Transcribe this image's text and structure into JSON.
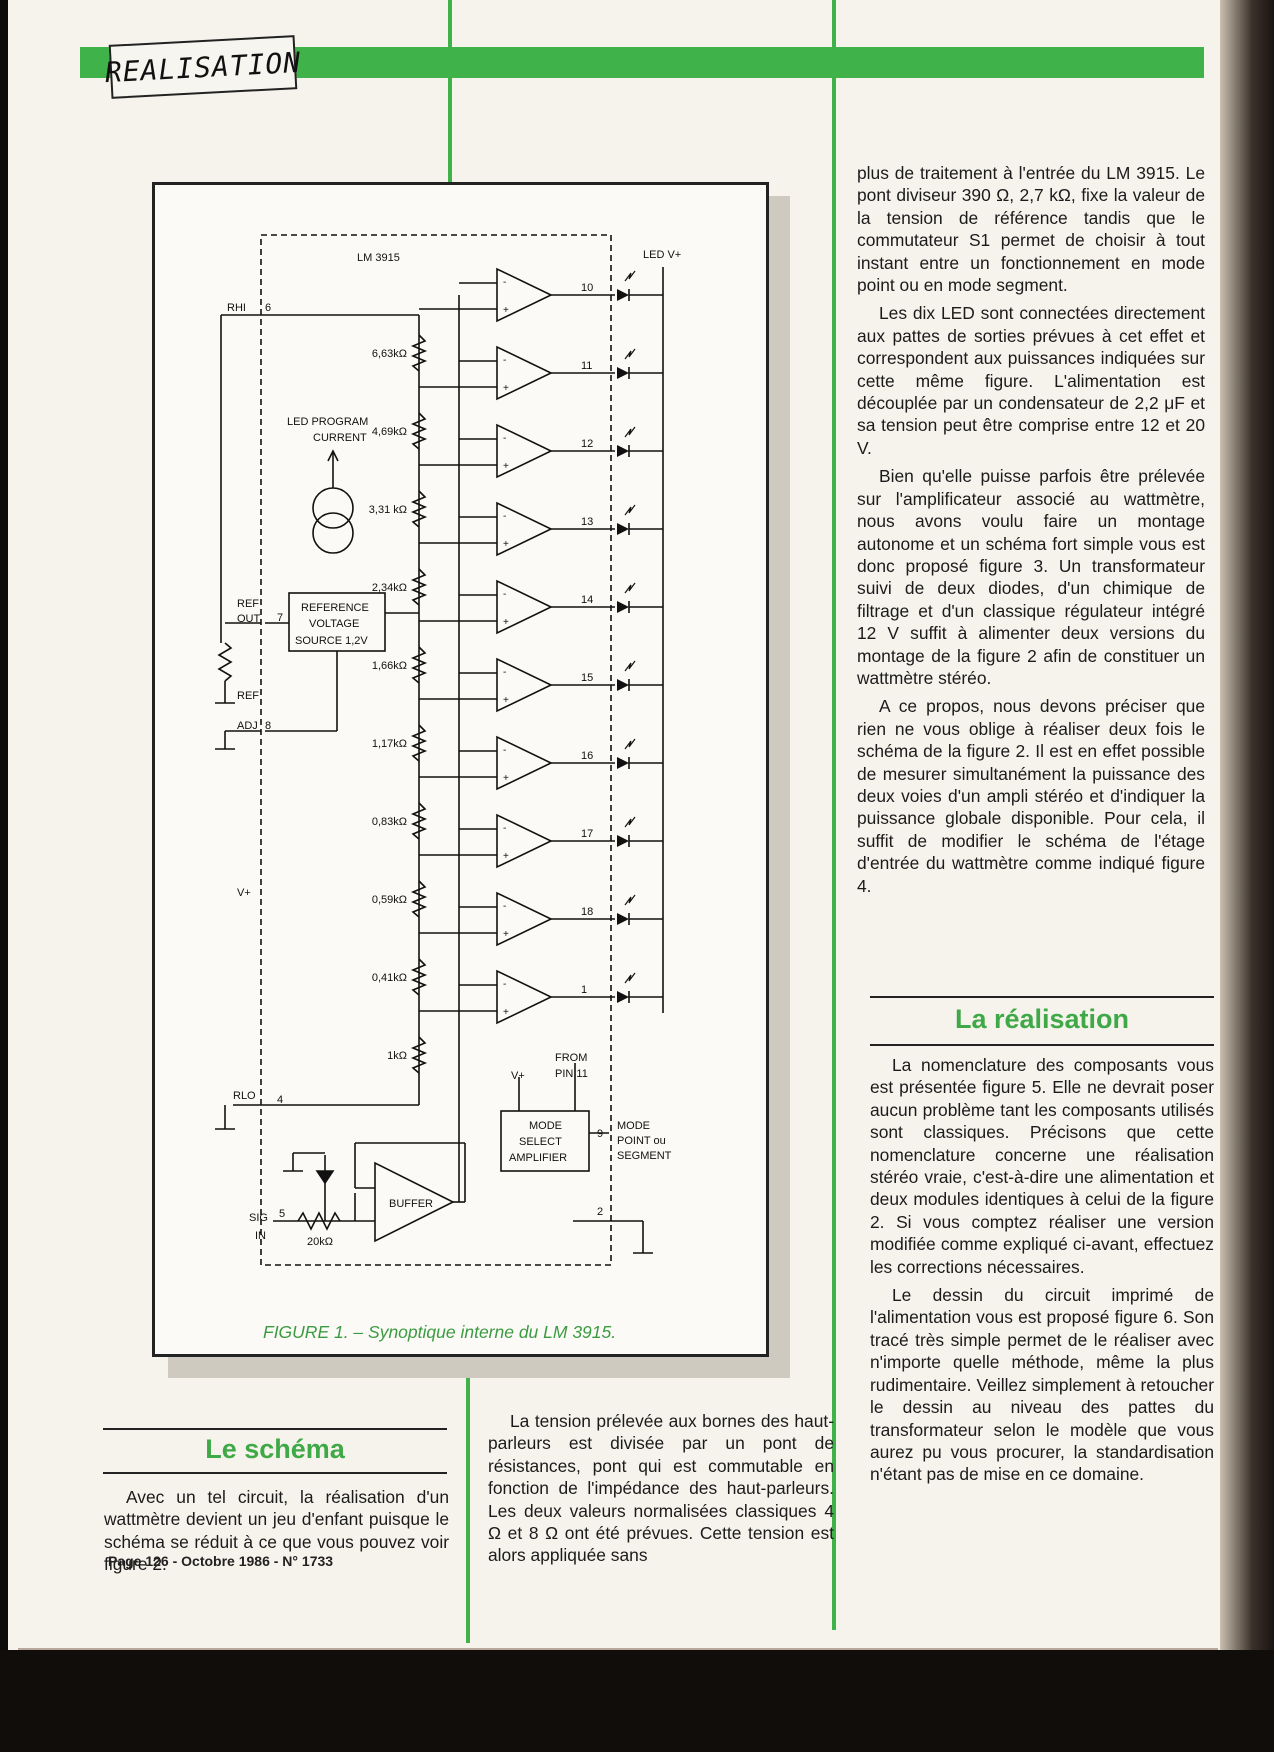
{
  "header": {
    "badge": "REALISATION"
  },
  "figure": {
    "caption": "FIGURE 1. – Synoptique interne du LM 3915.",
    "chip_label": "LM 3915",
    "led_vplus": "LED  V+",
    "pins": {
      "rhi": "RHI",
      "rhi_pin": "6",
      "ref_out_1": "REF",
      "ref_out_2": "OUT",
      "ref_out_pin": "7",
      "ref_adj_1": "REF",
      "ref_adj_2": "ADJ",
      "ref_adj_pin": "8",
      "vplus": "V+",
      "rlo": "RLO",
      "rlo_pin": "4",
      "sig_1": "SIG",
      "sig_2": "IN",
      "sig_pin": "5",
      "gnd_pin": "2"
    },
    "led_program_1": "LED PROGRAM",
    "led_program_2": "CURRENT",
    "ref_source_1": "REFERENCE",
    "ref_source_2": "VOLTAGE",
    "ref_source_3": "SOURCE  1,2V",
    "mode_select_1": "MODE",
    "mode_select_2": "SELECT",
    "mode_select_3": "AMPLIFIER",
    "mode_label_1": "MODE",
    "mode_label_2": "POINT ou",
    "mode_label_3": "SEGMENT",
    "mode_pin": "9",
    "from_pin_1": "FROM",
    "from_pin_2": "PIN 11",
    "vplus_mode": "V+",
    "buffer": "BUFFER",
    "sig_res": "20kΩ",
    "resistors": [
      "6,63kΩ",
      "4,69kΩ",
      "3,31 kΩ",
      "2,34kΩ",
      "1,66kΩ",
      "1,17kΩ",
      "0,83kΩ",
      "0,59kΩ",
      "0,41kΩ",
      "1kΩ"
    ],
    "comparator_pins": [
      "10",
      "11",
      "12",
      "13",
      "14",
      "15",
      "16",
      "17",
      "18",
      "1"
    ]
  },
  "col1": {
    "title": "Le schéma",
    "text": "Avec un tel circuit, la réalisation d'un wattmètre devient un jeu d'enfant puisque le schéma se réduit à ce que vous pouvez voir figure 2."
  },
  "col2": {
    "text": "La tension prélevée aux bornes des haut-parleurs est divisée par un pont de résistances, pont qui est commutable en fonction de l'impédance des haut-parleurs. Les deux valeurs normalisées classiques 4 Ω et 8 Ω ont été prévues. Cette tension est alors appliquée sans"
  },
  "col3": {
    "p1": "plus de traitement à l'entrée du LM 3915. Le pont diviseur 390 Ω, 2,7 kΩ, fixe la valeur de la tension de référence tandis que le commutateur S1 permet de choisir à tout instant entre un fonctionnement en mode point ou en mode segment.",
    "p2": "Les dix LED sont connectées directement aux pattes de sorties prévues à cet effet et correspondent aux puissances indiquées sur cette même figure. L'alimentation est découplée par un condensateur de 2,2 μF et sa tension peut être comprise entre 12 et 20 V.",
    "p3": "Bien qu'elle puisse parfois être prélevée sur l'amplificateur associé au wattmètre, nous avons voulu faire un montage autonome et un schéma fort simple vous est donc proposé figure 3. Un transformateur suivi de deux diodes, d'un chimique de filtrage et d'un classique régulateur intégré 12 V suffit à alimenter deux versions du montage de la figure 2 afin de constituer un wattmètre stéréo.",
    "p4": "A ce propos, nous devons préciser que rien ne vous oblige à réaliser deux fois le schéma de la figure 2. Il est en effet possible de mesurer simultanément la puissance des deux voies d'un ampli stéréo et d'indiquer la puissance globale disponible. Pour cela, il suffit de modifier le schéma de l'étage d'entrée du wattmètre comme indiqué figure 4.",
    "title": "La réalisation",
    "p5": "La nomenclature des composants vous est présentée figure 5. Elle ne devrait poser aucun problème tant les composants utilisés sont classiques. Précisons que cette nomenclature concerne une réalisation stéréo vraie, c'est-à-dire une alimentation et deux modules identiques à celui de la figure 2. Si vous comptez réaliser une version modifiée comme expliqué ci-avant, effectuez les corrections nécessaires.",
    "p6": "Le dessin du circuit imprimé de l'alimentation vous est proposé figure 6. Son tracé très simple permet de le réaliser avec n'importe quelle méthode, même la plus rudimentaire. Veillez simplement à retoucher le dessin au niveau des pattes du transformateur selon le modèle que vous aurez pu vous procurer, la standardisation n'étant pas de mise en ce domaine."
  },
  "footer": "Page 126 - Octobre 1986 - N° 1733",
  "colors": {
    "accent_green": "#3fb34a",
    "ink": "#1b1b1b"
  }
}
